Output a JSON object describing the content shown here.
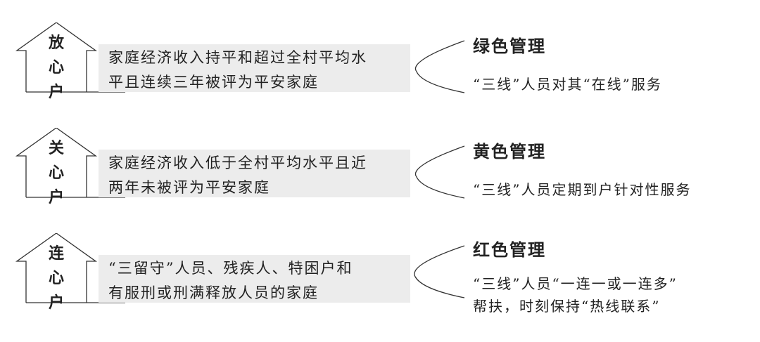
{
  "rows": [
    {
      "house": [
        "放",
        "心",
        "户"
      ],
      "desc": [
        "家庭经济收入持平和超过全村平均水",
        "平且连续三年被评为平安家庭"
      ],
      "title": "绿色管理",
      "sub": [
        "“三线”人员对其“在线”服务"
      ]
    },
    {
      "house": [
        "关",
        "心",
        "户"
      ],
      "desc": [
        "家庭经济收入低于全村平均水平且近",
        "两年未被评为平安家庭"
      ],
      "title": "黄色管理",
      "sub": [
        "“三线”人员定期到户针对性服务"
      ]
    },
    {
      "house": [
        "连",
        "心",
        "户"
      ],
      "desc": [
        "“三留守”人员、残疾人、特困户和",
        "有服刑或刑满释放人员的家庭"
      ],
      "title": "红色管理",
      "sub": [
        "“三线”人员“一连一或一连多”",
        "帮扶，时刻保持“热线联系”"
      ]
    }
  ]
}
